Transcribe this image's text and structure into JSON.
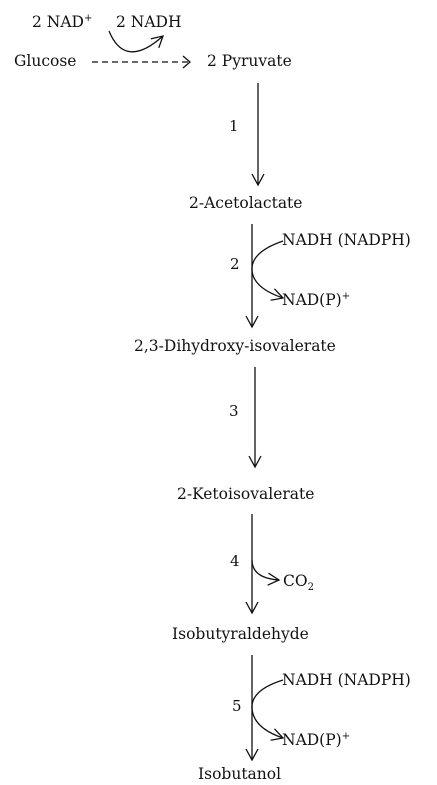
{
  "diagram": {
    "glycolysis": {
      "nad_plus": "2 NAD",
      "nad_plus_charge": "+",
      "nadh": "2 NADH",
      "glucose": "Glucose",
      "pyruvate": "2 Pyruvate"
    },
    "compounds": {
      "acetolactate": "2-Acetolactate",
      "dihydroxy_isovalerate": "2,3-Dihydroxy-isovalerate",
      "ketoisovalerate": "2-Ketoisovalerate",
      "isobutyraldehyde": "Isobutyraldehyde",
      "isobutanol": "Isobutanol"
    },
    "steps": {
      "s1": "1",
      "s2": "2",
      "s3": "3",
      "s4": "4",
      "s5": "5"
    },
    "cofactors": {
      "s2_in": "NADH (NADPH)",
      "s2_out": "NAD(P)",
      "s2_out_charge": "+",
      "s4_out": "CO",
      "s4_out_sub": "2",
      "s5_in": "NADH (NADPH)",
      "s5_out": "NAD(P)",
      "s5_out_charge": "+"
    }
  }
}
